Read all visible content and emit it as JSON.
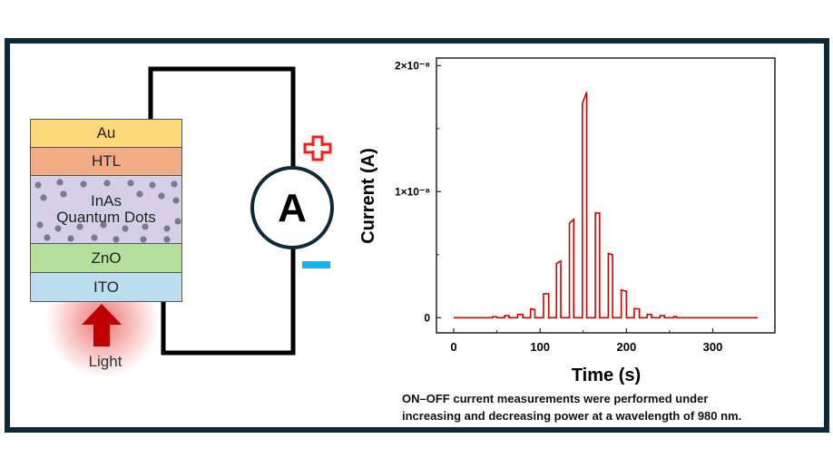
{
  "diagram": {
    "layers": [
      {
        "label": "Au",
        "color": "#fdd97a"
      },
      {
        "label": "HTL",
        "color": "#f3ab85"
      },
      {
        "label": "InAs\nQuantum Dots",
        "color": "#d5d0e8"
      },
      {
        "label": "ZnO",
        "color": "#b4e09c"
      },
      {
        "label": "ITO",
        "color": "#bcdcf0"
      }
    ],
    "ammeter_label": "A",
    "plus_sign": "+",
    "minus_sign": "−",
    "light_label": "Light",
    "colors": {
      "wire": "#000000",
      "plus": "#ff1a1a",
      "minus": "#1ab0ea",
      "arrow": "#c00000",
      "frame": "#0e2a38",
      "dot": "#7d7891"
    }
  },
  "chart_data": {
    "type": "line",
    "title": "",
    "xlabel": "Time (s)",
    "ylabel": "Current (A)",
    "xlim": [
      -20,
      372
    ],
    "ylim": [
      -1.2e-09,
      2.06e-08
    ],
    "xticks": [
      0,
      100,
      200,
      300
    ],
    "xtick_labels": [
      "0",
      "100",
      "200",
      "300"
    ],
    "yticks": [
      0,
      1e-08,
      2e-08
    ],
    "ytick_labels": [
      "0",
      "1×10⁻⁸",
      "2×10⁻⁸"
    ],
    "grid": false,
    "series": [
      {
        "name": "Current",
        "color": "#d40000",
        "baseline_end": 352,
        "pulses": [
          {
            "on": 45,
            "off": 50,
            "start": 7e-11,
            "end": 7e-11
          },
          {
            "on": 59,
            "off": 64,
            "start": 1.6e-10,
            "end": 1.6e-10
          },
          {
            "on": 74,
            "off": 80,
            "start": 2.6e-10,
            "end": 2.6e-10
          },
          {
            "on": 89,
            "off": 94,
            "start": 7e-10,
            "end": 6.5e-10
          },
          {
            "on": 104,
            "off": 110,
            "start": 1.9e-09,
            "end": 1.9e-09
          },
          {
            "on": 119,
            "off": 124,
            "start": 4.3e-09,
            "end": 4.5e-09
          },
          {
            "on": 134,
            "off": 139,
            "start": 7.5e-09,
            "end": 7.8e-09
          },
          {
            "on": 149,
            "off": 154,
            "start": 1.7e-08,
            "end": 1.79e-08
          },
          {
            "on": 164,
            "off": 169,
            "start": 8.3e-09,
            "end": 8.3e-09
          },
          {
            "on": 179,
            "off": 184,
            "start": 5.1e-09,
            "end": 5e-09
          },
          {
            "on": 194,
            "off": 200,
            "start": 2.2e-09,
            "end": 2.1e-09
          },
          {
            "on": 209,
            "off": 215,
            "start": 7.3e-10,
            "end": 7e-10
          },
          {
            "on": 224,
            "off": 229,
            "start": 2.6e-10,
            "end": 2.6e-10
          },
          {
            "on": 239,
            "off": 244,
            "start": 1.6e-10,
            "end": 1.6e-10
          },
          {
            "on": 255,
            "off": 258,
            "start": 9e-11,
            "end": 9e-11
          }
        ]
      }
    ]
  },
  "caption": {
    "line1": "ON–OFF current measurements were performed under",
    "line2": "increasing and decreasing  power at a wavelength of 980 nm."
  }
}
